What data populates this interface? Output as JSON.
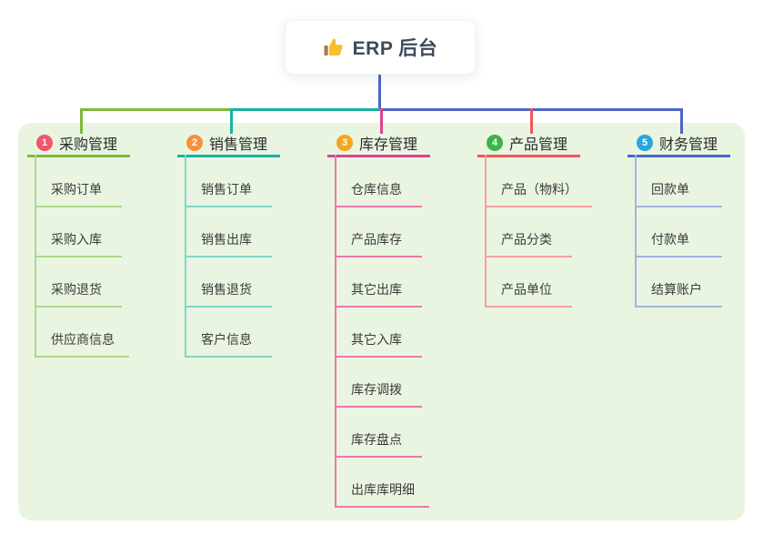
{
  "root": {
    "label": "ERP 后台",
    "icon": "thumbs-up-icon"
  },
  "colors": {
    "canvas_bg": "#ffffff",
    "panel_bg": "#e9f5e1",
    "root_connector": "#4e66c6",
    "root_text": "#3d4a5c",
    "thumb_gold": "#f5c02e",
    "thumb_cuff": "#b07a3c"
  },
  "branches": [
    {
      "num": "1",
      "label": "采购管理",
      "badge_color": "#f2566c",
      "line_color": "#7cb93f",
      "child_line_color": "#aed88b",
      "children": [
        "采购订单",
        "采购入库",
        "采购退货",
        "供应商信息"
      ]
    },
    {
      "num": "2",
      "label": "销售管理",
      "badge_color": "#f7903f",
      "line_color": "#17b3a3",
      "child_line_color": "#84d5c9",
      "children": [
        "销售订单",
        "销售出库",
        "销售退货",
        "客户信息"
      ]
    },
    {
      "num": "3",
      "label": "库存管理",
      "badge_color": "#f5a623",
      "line_color": "#e0418f",
      "child_line_color": "#ee78ae",
      "children": [
        "仓库信息",
        "产品库存",
        "其它出库",
        "其它入库",
        "库存调拨",
        "库存盘点",
        "出库库明细"
      ]
    },
    {
      "num": "4",
      "label": "产品管理",
      "badge_color": "#3bb44a",
      "line_color": "#f2565a",
      "child_line_color": "#f6a19e",
      "children": [
        "产品（物料）",
        "产品分类",
        "产品单位"
      ]
    },
    {
      "num": "5",
      "label": "财务管理",
      "badge_color": "#29a6df",
      "line_color": "#4a66c4",
      "child_line_color": "#a3b4e2",
      "children": [
        "回款单",
        "付款单",
        "结算账户"
      ]
    }
  ]
}
